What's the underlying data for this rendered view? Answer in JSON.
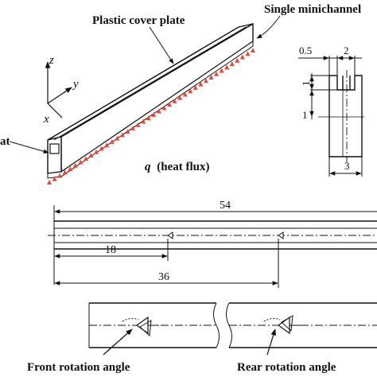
{
  "labels": {
    "plastic_cover_plate": "Plastic cover plate",
    "single_minichannel": "Single minichannel",
    "inlet_partial": "at",
    "heat_flux_symbol": "q",
    "heat_flux_text": "(heat flux)",
    "axis_z": "z",
    "axis_y": "y",
    "axis_x": "x",
    "front_rotation_angle": "Front rotation angle",
    "rear_rotation_angle": "Rear rotation angle"
  },
  "dimensions": {
    "section_width_half": "0.5",
    "section_channel": "2",
    "section_height_1": "1",
    "section_height_2": "1",
    "section_base": "3",
    "length_total": "54",
    "length_front": "18",
    "length_rear": "36"
  },
  "colors": {
    "line": "#111111",
    "heat_arrows": "#e8473a"
  }
}
